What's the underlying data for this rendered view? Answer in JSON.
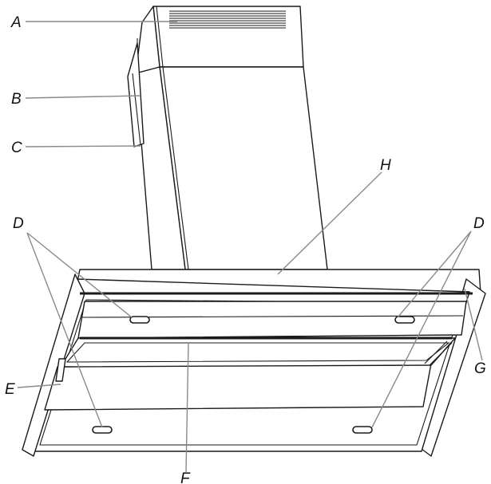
{
  "labels": {
    "a": "A",
    "b": "B",
    "c": "C",
    "d_left": "D",
    "d_right": "D",
    "e": "E",
    "f": "F",
    "g": "G",
    "h": "H"
  },
  "colors": {
    "line": "#1a1a1a",
    "leader": "#8a8a8a",
    "background": "#ffffff"
  }
}
